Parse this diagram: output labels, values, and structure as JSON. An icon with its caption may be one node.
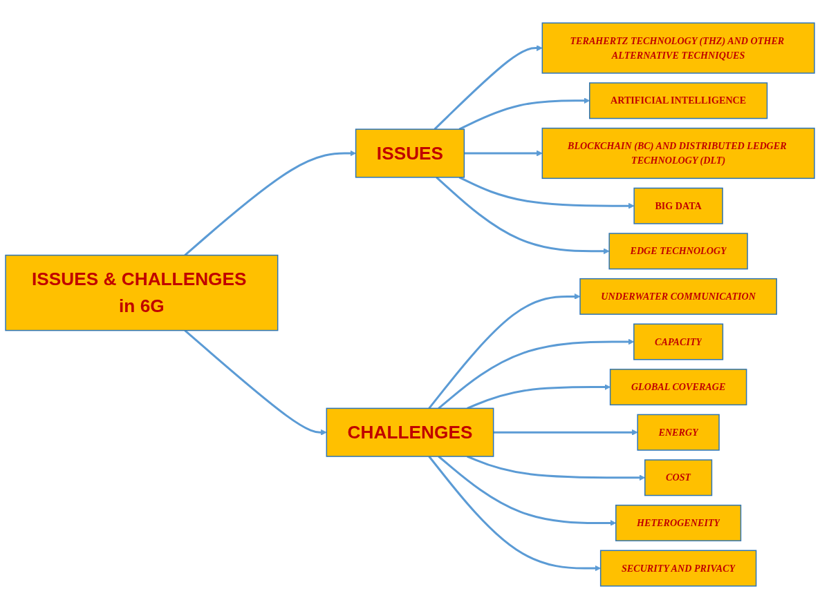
{
  "diagram": {
    "nodes": [
      {
        "text": [
          "ISSUES & CHALLENGES in 6G"
        ]
      },
      {
        "text": [
          "ISSUES"
        ]
      },
      {
        "text": [
          "TERAHERTZ TECHNOLOGY (THZ) AND OTHER ALTERNATIVE TECHNIQUES"
        ]
      },
      {
        "text": [
          "ARTIFICIAL INTELLIGENCE"
        ]
      },
      {
        "text": [
          "BLOCKCHAIN (BC) AND DISTRIBUTED LEDGER TECHNOLOGY (DLT)"
        ]
      },
      {
        "text": [
          "BIG DATA"
        ]
      },
      {
        "text": [
          "EDGE TECHNOLOGY"
        ]
      },
      {
        "text": [
          "CHALLENGES"
        ]
      },
      {
        "text": [
          "UNDERWATER COMMUNICATION"
        ]
      },
      {
        "text": [
          "CAPACITY"
        ]
      },
      {
        "text": [
          "GLOBAL COVERAGE"
        ]
      },
      {
        "text": [
          "ENERGY"
        ]
      },
      {
        "text": [
          "COST"
        ]
      },
      {
        "text": [
          "HETEROGENEITY"
        ]
      },
      {
        "text": [
          "SECURITY AND PRIVACY"
        ]
      }
    ],
    "edges": [
      {
        "from": 0,
        "to": 1,
        "arrow": "to"
      },
      {
        "from": 0,
        "to": 7,
        "arrow": "to"
      },
      {
        "from": 1,
        "to": 2,
        "arrow": "to"
      },
      {
        "from": 1,
        "to": 3,
        "arrow": "to"
      },
      {
        "from": 1,
        "to": 4,
        "arrow": "to"
      },
      {
        "from": 1,
        "to": 5,
        "arrow": "to"
      },
      {
        "from": 1,
        "to": 6,
        "arrow": "to"
      },
      {
        "from": 7,
        "to": 8,
        "arrow": "to"
      },
      {
        "from": 7,
        "to": 9,
        "arrow": "to"
      },
      {
        "from": 7,
        "to": 10,
        "arrow": "to"
      },
      {
        "from": 7,
        "to": 11,
        "arrow": "to"
      },
      {
        "from": 7,
        "to": 12,
        "arrow": "to"
      },
      {
        "from": 7,
        "to": 13,
        "arrow": "to"
      },
      {
        "from": 7,
        "to": 14,
        "arrow": "to"
      }
    ]
  }
}
